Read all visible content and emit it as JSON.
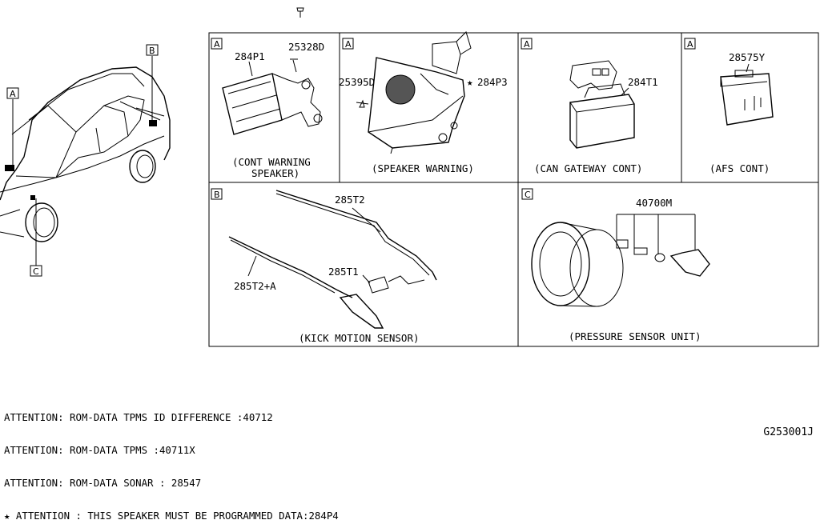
{
  "panels": {
    "cont_warning": {
      "tag": "A",
      "caption_line1": "(CONT WARNING",
      "caption_line2": "SPEAKER)",
      "parts": [
        "284P1",
        "25328D"
      ]
    },
    "speaker_warning": {
      "tag": "A",
      "caption": "(SPEAKER WARNING)",
      "parts": [
        "25395D",
        "284P3"
      ],
      "star": "★"
    },
    "can_gateway": {
      "tag": "A",
      "caption": "(CAN GATEWAY CONT)",
      "parts": [
        "284T1"
      ]
    },
    "afs_cont": {
      "tag": "A",
      "caption": "(AFS CONT)",
      "parts": [
        "28575Y"
      ]
    },
    "kick_motion": {
      "tag": "B",
      "caption": "(KICK MOTION SENSOR)",
      "parts": [
        "285T2",
        "285T1",
        "285T2+A"
      ]
    },
    "pressure_sensor": {
      "tag": "C",
      "caption": "(PRESSURE SENSOR UNIT)",
      "parts": [
        "40700M"
      ]
    }
  },
  "vehicle_tags": [
    "B",
    "A",
    "C"
  ],
  "notes": [
    "ATTENTION: ROM-DATA TPMS ID DIFFERENCE :40712",
    "ATTENTION: ROM-DATA TPMS :40711X",
    "ATTENTION: ROM-DATA SONAR : 28547",
    "★ ATTENTION : THIS SPEAKER MUST BE PROGRAMMED DATA:284P4"
  ],
  "diagram_code": "G253001J"
}
